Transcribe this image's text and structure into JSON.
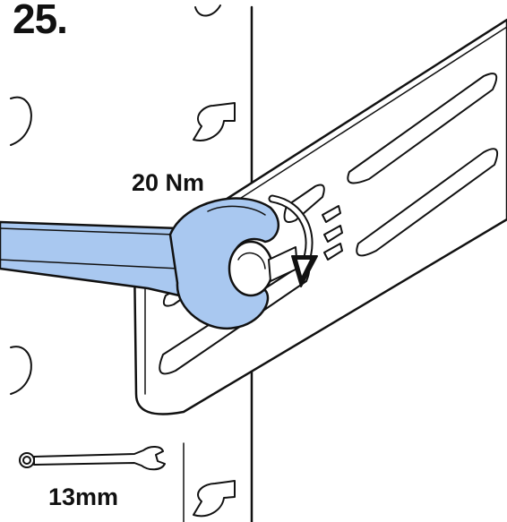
{
  "step": {
    "number": "25."
  },
  "torque": {
    "value": "20 Nm"
  },
  "tool": {
    "size": "13mm",
    "icon": "combination-wrench-icon"
  },
  "colors": {
    "line": "#111111",
    "wrench_fill": "#a9c8f0",
    "background": "#ffffff"
  }
}
